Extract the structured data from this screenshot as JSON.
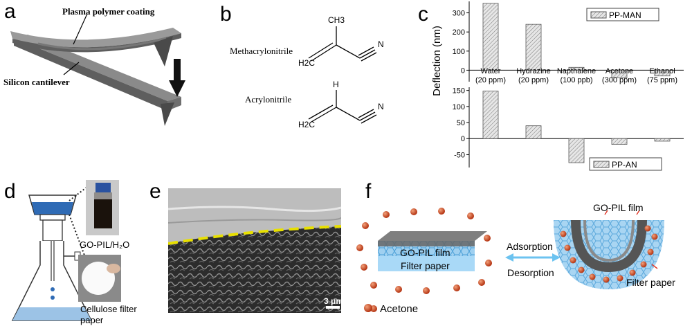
{
  "panels": {
    "a": {
      "letter": "a",
      "coating_label": "Plasma polymer coating",
      "cantilever_label": "Silicon cantilever"
    },
    "b": {
      "letter": "b",
      "mol1": {
        "name": "Methacrylonitrile",
        "ch3": "CH3",
        "h2c": "H2C",
        "n": "N"
      },
      "mol2": {
        "name": "Acrylonitrile",
        "h": "H",
        "h2c": "H2C",
        "n": "N"
      }
    },
    "c": {
      "letter": "c"
    },
    "d": {
      "letter": "d",
      "vial_label": "GO-PIL/H₂O",
      "filter_label_1": "Cellulose filter",
      "filter_label_2": "paper"
    },
    "e": {
      "letter": "e",
      "scale_label": "3 μm"
    },
    "f": {
      "letter": "f",
      "film_label": "GO-PIL film",
      "filter_paper_label": "Filter paper",
      "adsorption_label": "Adsorption",
      "desorption_label": "Desorption",
      "right_film_label": "GO-PIL film",
      "right_filter_label": "Filter paper",
      "acetone_label": "Acetone"
    }
  },
  "chart_data": {
    "type": "bar",
    "ylabel": "Deflection (nm)",
    "categories": [
      "Water\n(20 ppm)",
      "Hydrazine\n(20 ppm)",
      "Napthalene\n(100 ppb)",
      "Acetone\n(300 ppm)",
      "Ethanol\n(75 ppm)"
    ],
    "subplots": [
      {
        "legend": "PP-MAN",
        "values": [
          350,
          240,
          15,
          -40,
          -30
        ],
        "ylim": [
          -60,
          360
        ],
        "yticks": [
          0,
          100,
          200,
          300
        ]
      },
      {
        "legend": "PP-AN",
        "values": [
          148,
          40,
          -75,
          -18,
          -8
        ],
        "ylim": [
          -90,
          160
        ],
        "yticks": [
          -50,
          0,
          50,
          100,
          150
        ]
      }
    ]
  }
}
